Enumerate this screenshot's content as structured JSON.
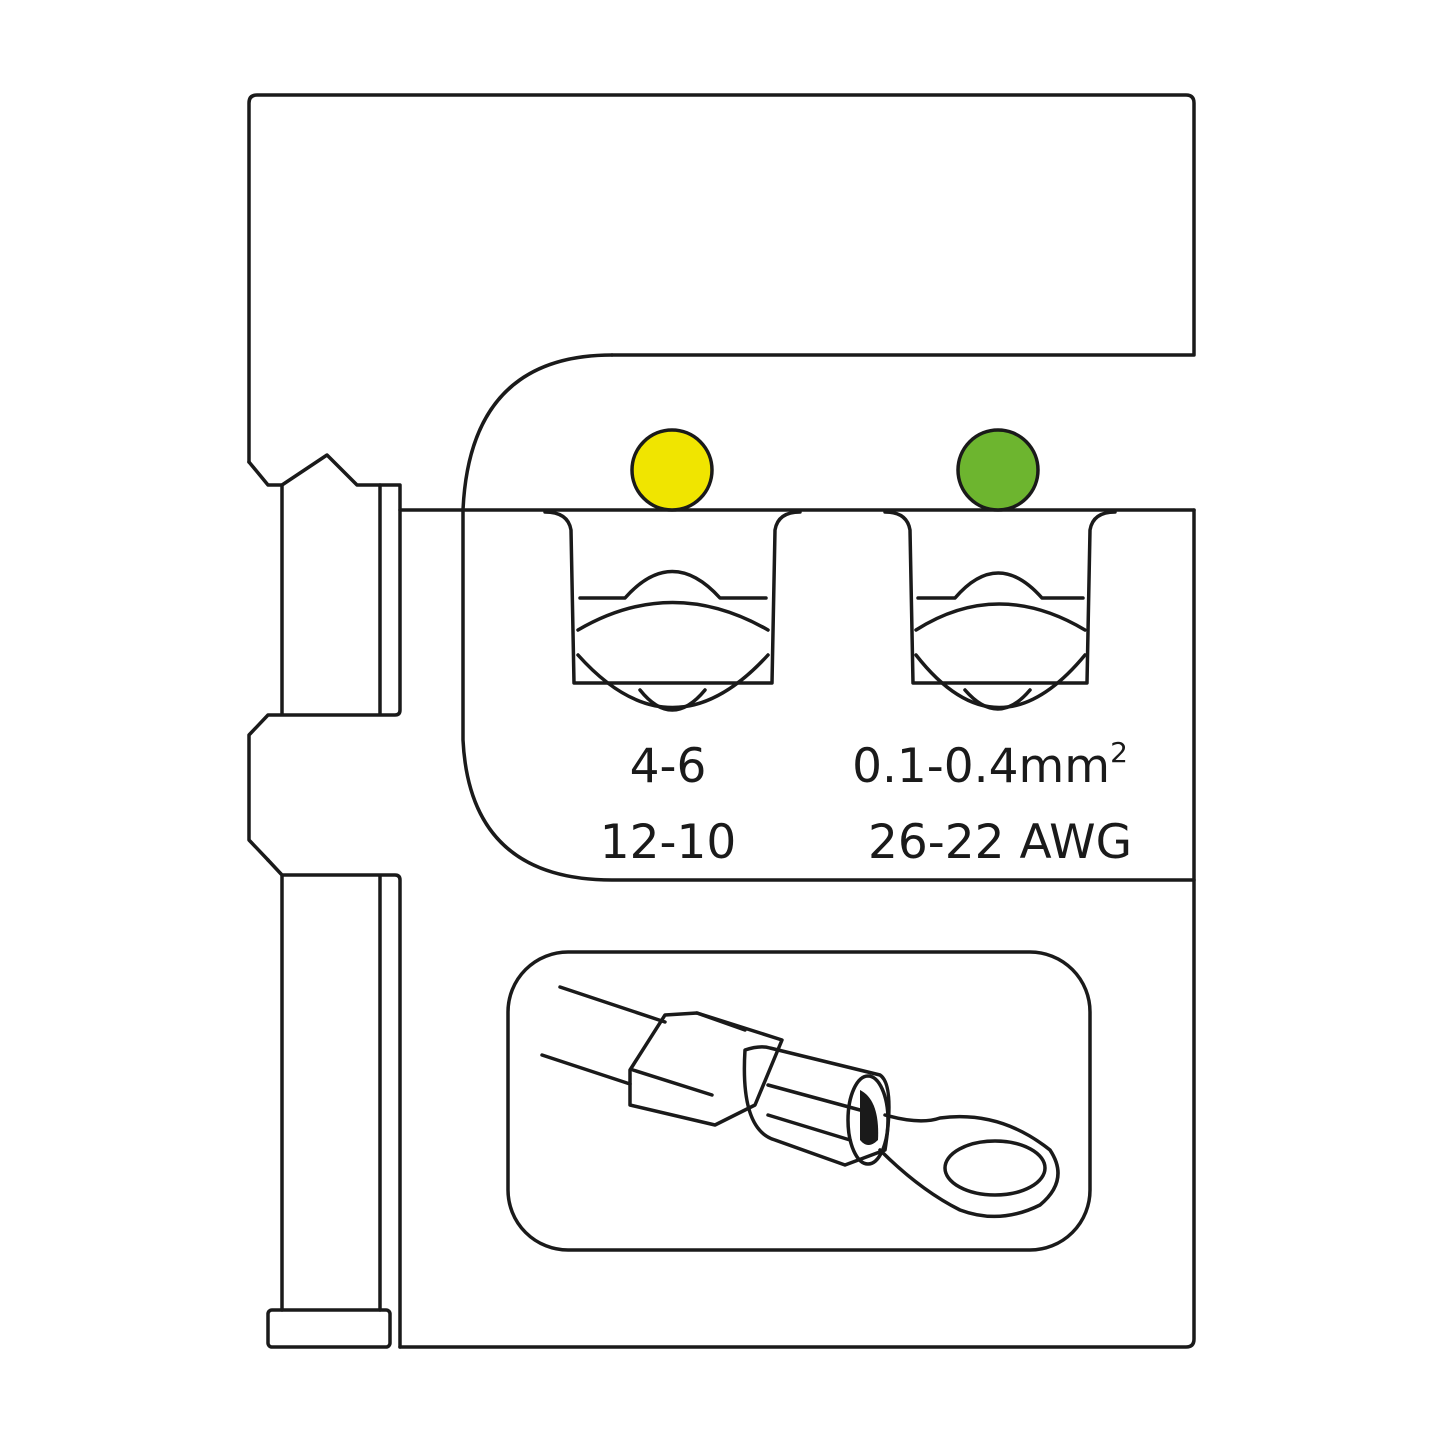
{
  "die": {
    "cavities": [
      {
        "color_name": "yellow",
        "color": "#f0e500",
        "size_mm2": "4-6",
        "size_awg": "12-10"
      },
      {
        "color_name": "green",
        "color": "#6db52f",
        "size_mm2": "0.1-0.4mm",
        "size_mm2_sup": "2",
        "size_awg": "26-22 AWG"
      }
    ]
  },
  "pictogram": {
    "icon": "insulated-ring-terminal-on-wire"
  },
  "colors": {
    "line": "#1a1a1a",
    "background": "#ffffff"
  }
}
